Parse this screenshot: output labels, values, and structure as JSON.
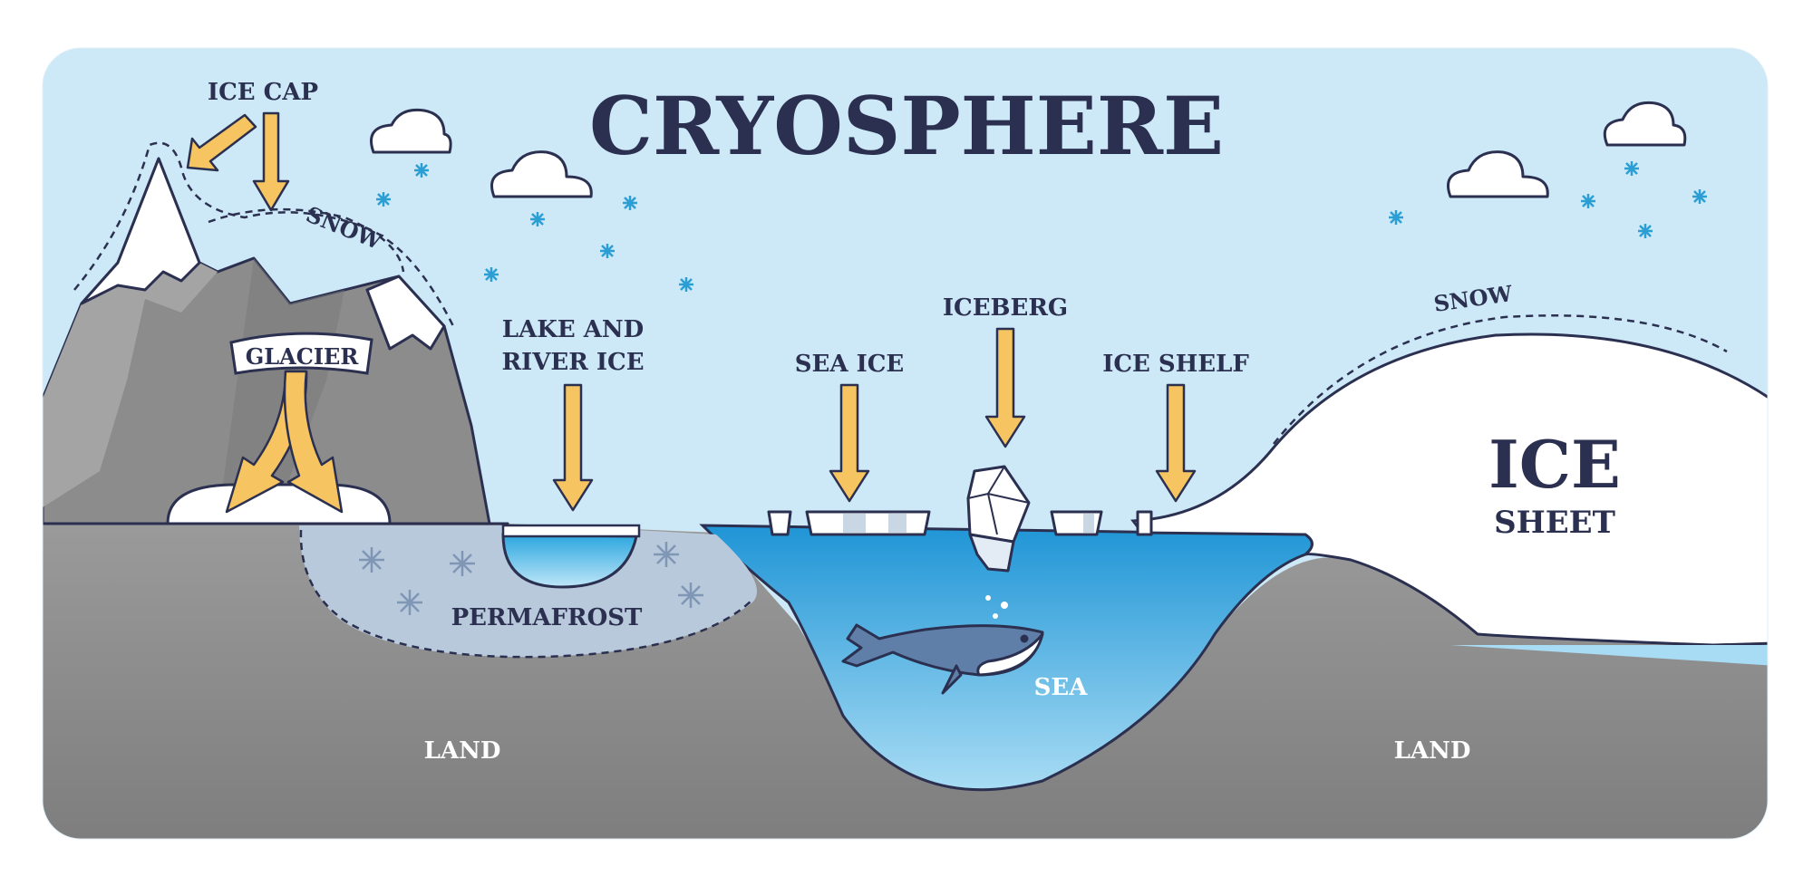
{
  "title": "CRYOSPHERE",
  "labels": {
    "ice_cap": "ICE CAP",
    "snow_left": "SNOW",
    "glacier": "GLACIER",
    "lake_line1": "LAKE AND",
    "lake_line2": "RIVER ICE",
    "sea_ice": "SEA ICE",
    "iceberg": "ICEBERG",
    "ice_shelf": "ICE SHELF",
    "snow_right": "SNOW",
    "ice_sheet_line1": "ICE",
    "ice_sheet_line2": "SHEET",
    "permafrost": "PERMAFROST",
    "sea": "SEA",
    "land_left": "LAND",
    "land_right": "LAND"
  },
  "colors": {
    "sky": "#cde8f6",
    "land": "#8c8c8c",
    "sea": "#29a3dd",
    "arrow": "#f6c561",
    "outline": "#2b3050",
    "snowflake": "#2b9fd4",
    "permafrost": "#b9c9dc"
  },
  "icons": [
    "cloud-icon",
    "snowflake-icon",
    "whale-icon",
    "arrow-icon",
    "mountain-icon",
    "iceberg-icon"
  ]
}
